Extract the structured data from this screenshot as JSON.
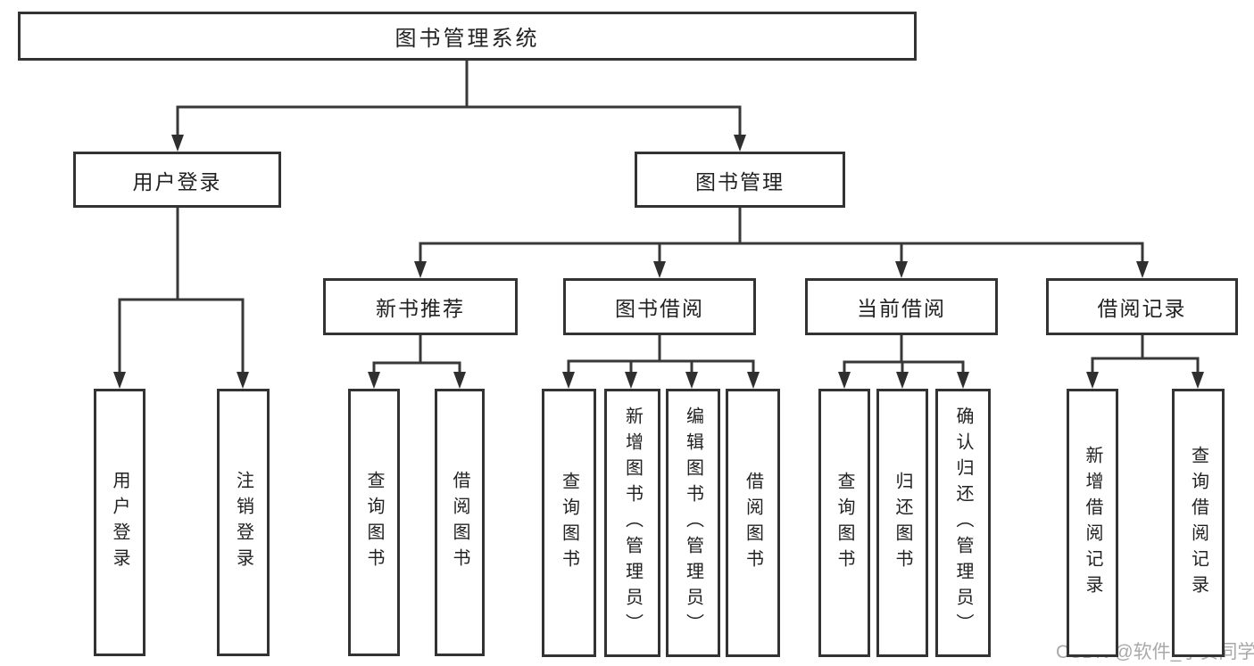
{
  "diagram": {
    "root": {
      "label": "图书管理系统"
    },
    "level2": [
      {
        "id": "user-login",
        "label": "用户登录"
      },
      {
        "id": "book-management",
        "label": "图书管理"
      }
    ],
    "level3": [
      {
        "id": "new-book-recommend",
        "label": "新书推荐"
      },
      {
        "id": "book-borrow",
        "label": "图书借阅"
      },
      {
        "id": "current-borrow",
        "label": "当前借阅"
      },
      {
        "id": "borrow-records",
        "label": "借阅记录"
      }
    ],
    "leaves": [
      {
        "group": "user-login",
        "label": "用户登录"
      },
      {
        "group": "user-login",
        "label": "注销登录"
      },
      {
        "group": "new-book-recommend",
        "label": "查询图书"
      },
      {
        "group": "new-book-recommend",
        "label": "借阅图书"
      },
      {
        "group": "book-borrow",
        "label": "查询图书"
      },
      {
        "group": "book-borrow",
        "label": "新增图书（管理员）"
      },
      {
        "group": "book-borrow",
        "label": "编辑图书（管理员）"
      },
      {
        "group": "book-borrow",
        "label": "借阅图书"
      },
      {
        "group": "current-borrow",
        "label": "查询图书"
      },
      {
        "group": "current-borrow",
        "label": "归还图书"
      },
      {
        "group": "current-borrow",
        "label": "确认归还（管理员）"
      },
      {
        "group": "borrow-records",
        "label": "新增借阅记录"
      },
      {
        "group": "borrow-records",
        "label": "查询借阅记录"
      }
    ]
  },
  "watermark": {
    "text": "CSDN @软件_小贺同学"
  },
  "colors": {
    "line": "#383838",
    "border": "#333333",
    "text": "#222222",
    "watermark": "#a9a9a9",
    "background": "#ffffff"
  }
}
